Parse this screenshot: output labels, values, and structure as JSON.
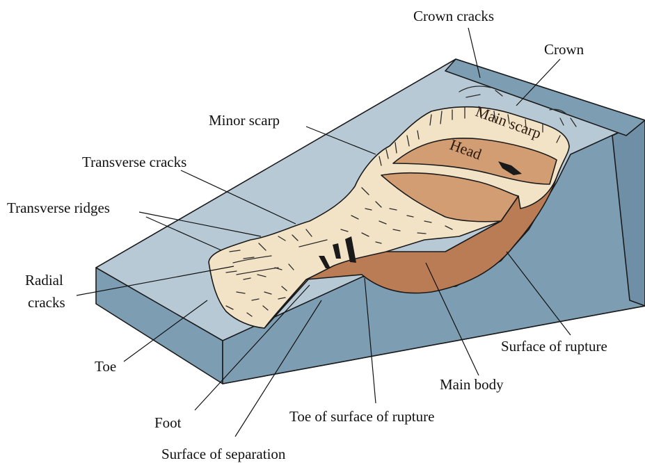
{
  "labels": {
    "crown_cracks": "Crown cracks",
    "crown": "Crown",
    "minor_scarp": "Minor scarp",
    "main_scarp": "Main scarp",
    "head": "Head",
    "transverse_cracks": "Transverse cracks",
    "transverse_ridges": "Transverse ridges",
    "radial_cracks_line1": "Radial",
    "radial_cracks_line2": "cracks",
    "toe": "Toe",
    "foot": "Foot",
    "surface_of_separation": "Surface of separation",
    "toe_of_surface_of_rupture": "Toe of surface of rupture",
    "main_body": "Main body",
    "surface_of_rupture": "Surface of rupture"
  },
  "colors": {
    "slope_top": "#b8c9d6",
    "slope_side": "#7d9db3",
    "slope_side_dark": "#6f8fa6",
    "debris": "#f3e3c6",
    "rupture_surface": "#b97c55",
    "head_band": "#d29d72",
    "outline": "#1a1a1a"
  }
}
